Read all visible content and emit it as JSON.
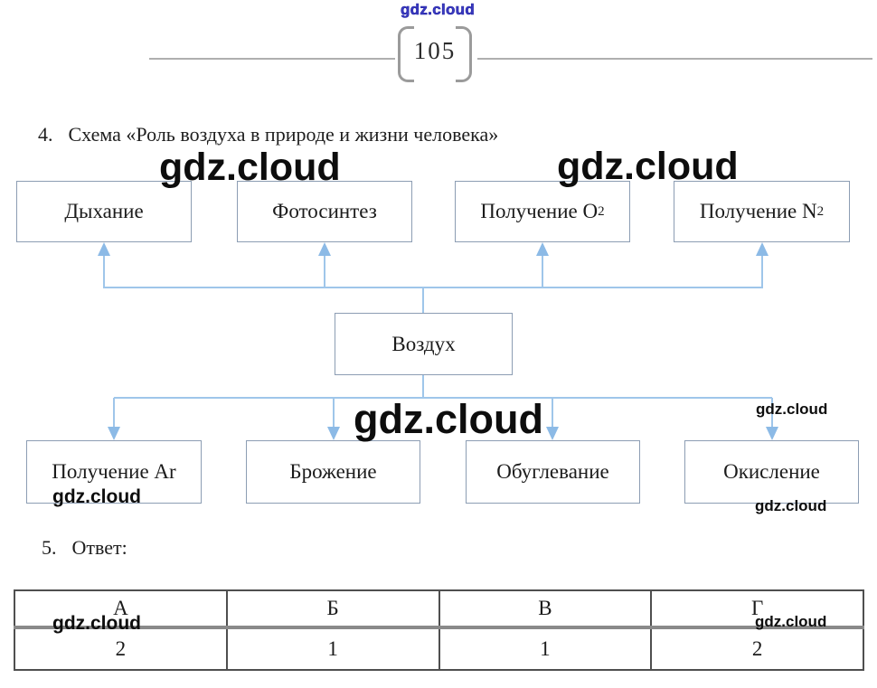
{
  "page": {
    "number": "105"
  },
  "watermark": {
    "text": "gdz.cloud"
  },
  "colors": {
    "arrow_line": "#9FC6EA",
    "arrow_head": "#8CBAE6",
    "box_border": "#8C9DB3",
    "table_border": "#4F4F4F",
    "table_divider": "#8A8A8A",
    "watermark_blue": "#3B3BC0",
    "watermark_black": "#0D0D0D"
  },
  "section4": {
    "number": "4.",
    "title": "Схема «Роль воздуха в природе и жизни человека»"
  },
  "section5": {
    "number": "5.",
    "title": "Ответ:"
  },
  "diagram": {
    "center": {
      "label": "Воздух"
    },
    "top_row": [
      {
        "label": "Дыхание"
      },
      {
        "label": "Фотосинтез"
      },
      {
        "label": "Получение O",
        "sub": "2"
      },
      {
        "label": "Получение N",
        "sub": "2"
      }
    ],
    "bottom_row": [
      {
        "label": "Получение Ar"
      },
      {
        "label": "Брожение"
      },
      {
        "label": "Обуглевание"
      },
      {
        "label": "Окисление"
      }
    ]
  },
  "table": {
    "headers": [
      "А",
      "Б",
      "В",
      "Г"
    ],
    "values": [
      "2",
      "1",
      "1",
      "2"
    ]
  }
}
